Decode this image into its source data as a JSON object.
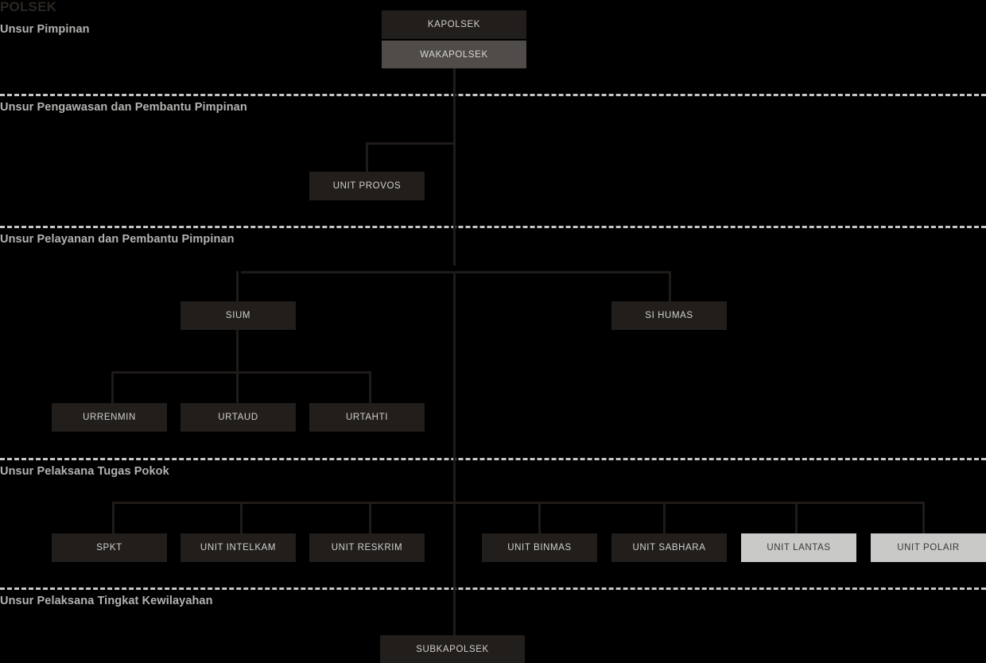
{
  "org": {
    "title": "POLSEK"
  },
  "sections": [
    {
      "label": "Unsur Pimpinan"
    },
    {
      "label": "Unsur Pengawasan dan Pembantu Pimpinan"
    },
    {
      "label": "Unsur Pelayanan dan Pembantu Pimpinan"
    },
    {
      "label": "Unsur Pelaksana Tugas Pokok"
    },
    {
      "label": "Unsur Pelaksana Tingkat Kewilayahan"
    }
  ],
  "nodes": {
    "kapolsek": "KAPOLSEK",
    "wakapolsek": "WAKAPOLSEK",
    "unit_provos": "UNIT PROVOS",
    "sium": "SIUM",
    "si_humas": "SI HUMAS",
    "urrenmin": "URRENMIN",
    "urtaud": "URTAUD",
    "urtahti": "URTAHTI",
    "spkt": "SPKT",
    "unit_intelkam": "UNIT INTELKAM",
    "unit_reskrim": "UNIT RESKRIM",
    "unit_binmas": "UNIT BINMAS",
    "unit_sabhara": "UNIT SABHARA",
    "unit_lantas": "UNIT LANTAS",
    "unit_polair": "UNIT POLAIR",
    "subkapolsek": "SUBKAPOLSEK"
  },
  "colors": {
    "background": "#000000",
    "node_dark": "#211e1c",
    "node_mid": "#4f4c4a",
    "node_light": "#c9c9c7",
    "line": "#1f1b19",
    "divider": "#c6c6c4",
    "label_text": "#b3b3b1",
    "title_text": "#2b2622"
  }
}
